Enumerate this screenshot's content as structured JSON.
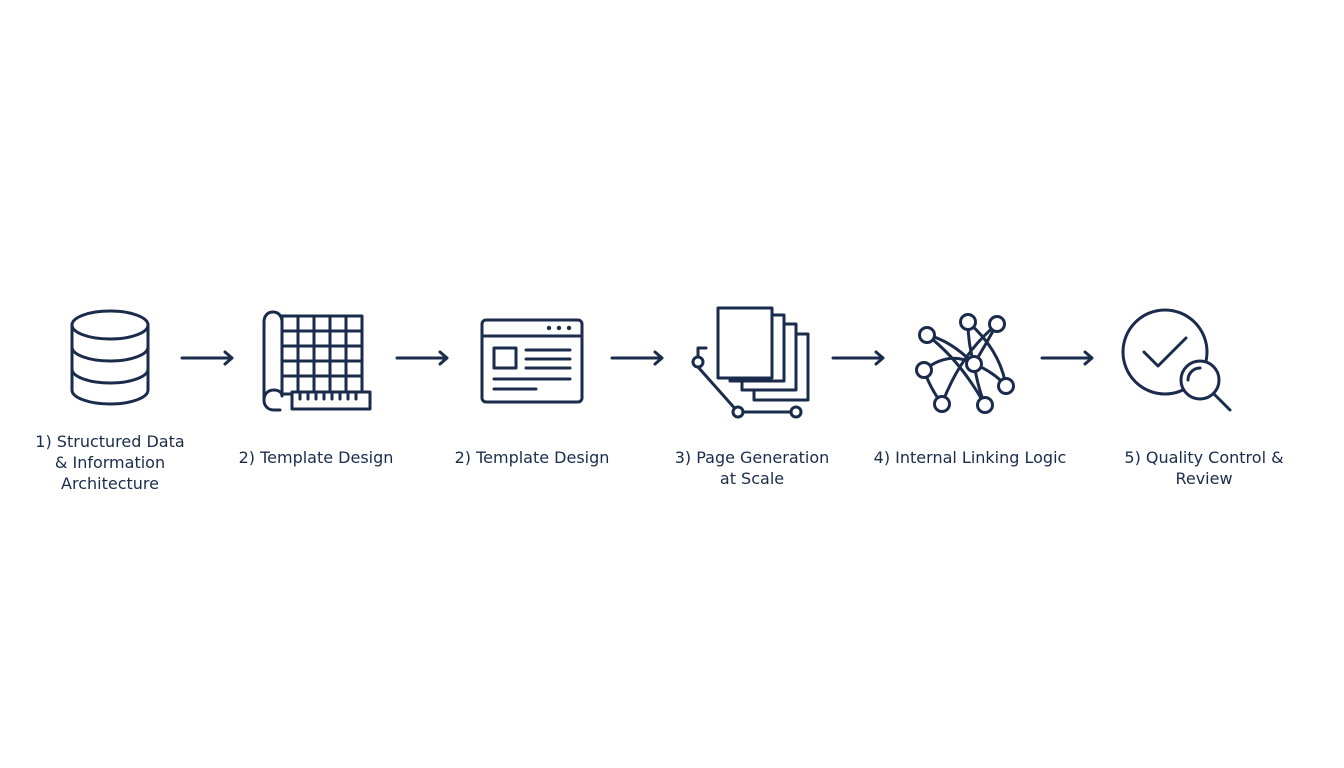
{
  "colors": {
    "ink": "#1a2b4c",
    "background": "#ffffff"
  },
  "steps": [
    {
      "label": "1) Structured Data\n& Information\nArchitecture",
      "icon": "database-icon"
    },
    {
      "label": "2) Template Design",
      "icon": "blueprint-grid-icon"
    },
    {
      "label": "2) Template Design",
      "icon": "browser-window-icon"
    },
    {
      "label": "3) Page Generation\nat Scale",
      "icon": "stacked-pages-icon"
    },
    {
      "label": "4) Internal Linking Logic",
      "icon": "link-network-icon"
    },
    {
      "label": "5) Quality Control & Review",
      "icon": "checkmark-magnifier-icon"
    }
  ],
  "arrows": [
    "right-arrow-icon",
    "right-arrow-icon",
    "right-arrow-icon",
    "right-arrow-icon",
    "right-arrow-icon"
  ]
}
